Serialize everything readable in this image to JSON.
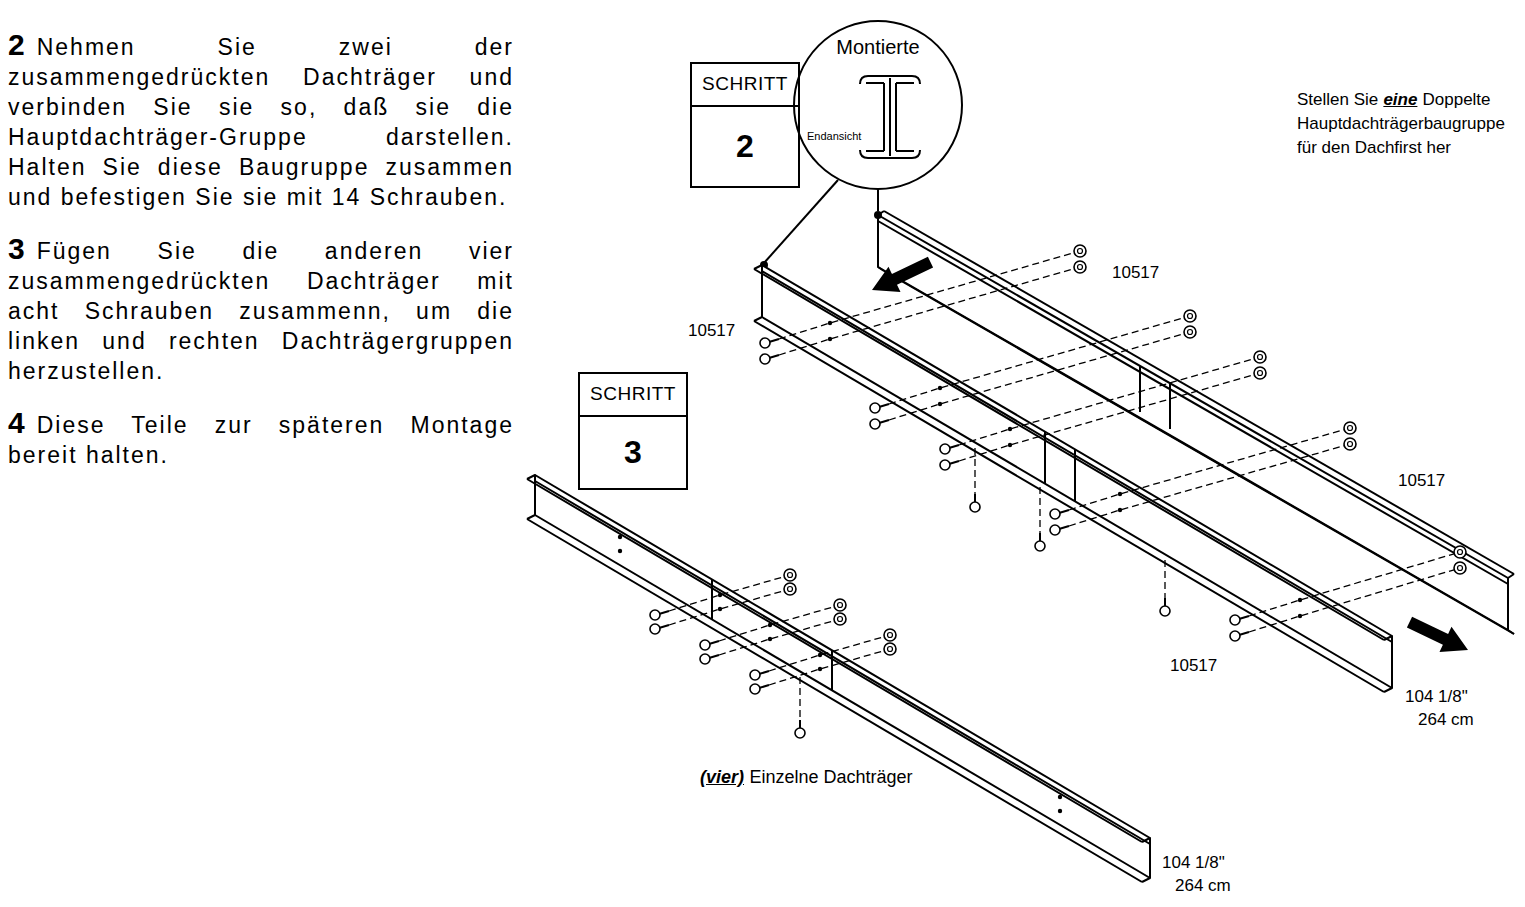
{
  "diagram": {
    "nodes": [
      {
        "text": [
          "SCHRITT",
          "2"
        ]
      },
      {
        "text": [
          "Montierte",
          "Endansicht"
        ]
      },
      {
        "text": [
          "SCHRITT",
          "3"
        ]
      }
    ],
    "labels": [
      "2",
      "Nehmen Sie zwei der zusammengedrückten Dachträger und verbinden Sie sie so, daß sie die Hauptdachträger-Gruppe darstellen. Halten Sie diese Baugruppe zusammen und befestigen Sie sie mit 14 Schrauben.",
      "3",
      "Fügen Sie die anderen vier zusammengedrückten Dachträger mit acht Schrauben zusammenn, um die linken und rechten Dachträgergruppen herzustellen.",
      "4",
      "Diese Teile zur späteren Montage bereit halten.",
      "Stellen Sie",
      "eine",
      "Doppelte Hauptdachträgerbaugruppe für den Dachfirst her",
      "10517",
      "10517",
      "10517",
      "10517",
      "104 1/8\"",
      "264 cm",
      "(vier)",
      "Einzelne Dachträger",
      "104 1/8\"",
      "264 cm"
    ]
  }
}
